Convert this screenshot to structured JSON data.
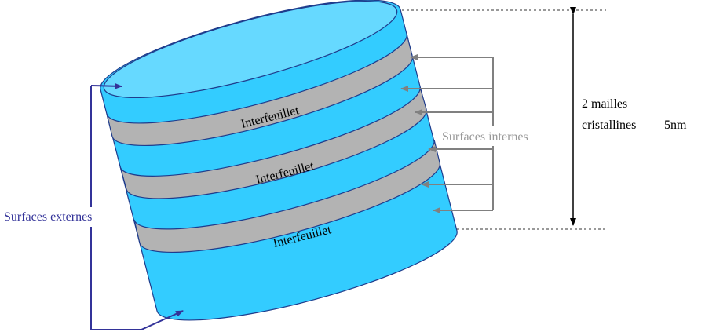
{
  "diagram": {
    "layer_labels": [
      "Interfeuillet",
      "Interfeuillet",
      "Interfeuillet"
    ],
    "internal_label": "Surfaces internes",
    "external_label": "Surfaces externes",
    "dimension": {
      "line1": "2 mailles",
      "line2": "cristallines",
      "value": "5nm"
    },
    "colors": {
      "sheet": "#33CCFF",
      "sheet_top": "#66D9FF",
      "interlayer": "#B3B3B3",
      "outline": "#1F3C8C",
      "internal_arrows": "#808080",
      "external_arrows": "#333399",
      "external_text": "#333399",
      "internal_text": "#999999"
    }
  }
}
